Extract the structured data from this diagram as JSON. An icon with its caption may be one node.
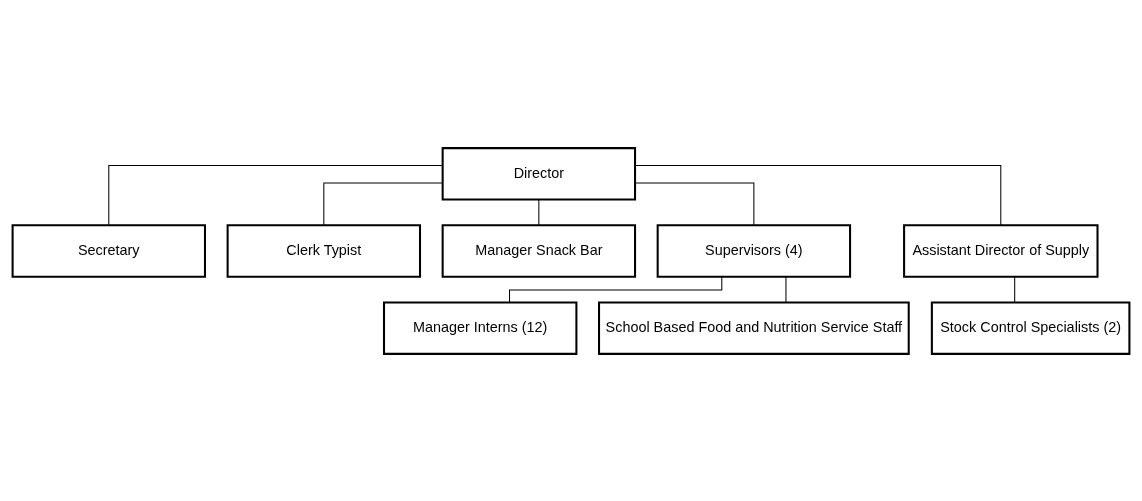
{
  "diagram": {
    "nodes": [
      {
        "text": [
          "Director"
        ]
      },
      {
        "text": [
          "Secretary"
        ]
      },
      {
        "text": [
          "Clerk Typist"
        ]
      },
      {
        "text": [
          "Manager Snack Bar"
        ]
      },
      {
        "text": [
          "Supervisors (4)"
        ]
      },
      {
        "text": [
          "Assistant Director of Supply"
        ]
      },
      {
        "text": [
          "Manager Interns (12)"
        ]
      },
      {
        "text": [
          "School Based Food and Nutrition Service Staff"
        ]
      },
      {
        "text": [
          "Stock Control Specialists (2)"
        ]
      }
    ],
    "edges": [
      {
        "from": 0,
        "to": 1,
        "arrow": "none"
      },
      {
        "from": 0,
        "to": 2,
        "arrow": "none"
      },
      {
        "from": 0,
        "to": 3,
        "arrow": "none"
      },
      {
        "from": 0,
        "to": 4,
        "arrow": "none"
      },
      {
        "from": 0,
        "to": 5,
        "arrow": "none"
      },
      {
        "from": 4,
        "to": 6,
        "arrow": "none"
      },
      {
        "from": 4,
        "to": 7,
        "arrow": "none"
      },
      {
        "from": 5,
        "to": 8,
        "arrow": "none"
      }
    ]
  }
}
